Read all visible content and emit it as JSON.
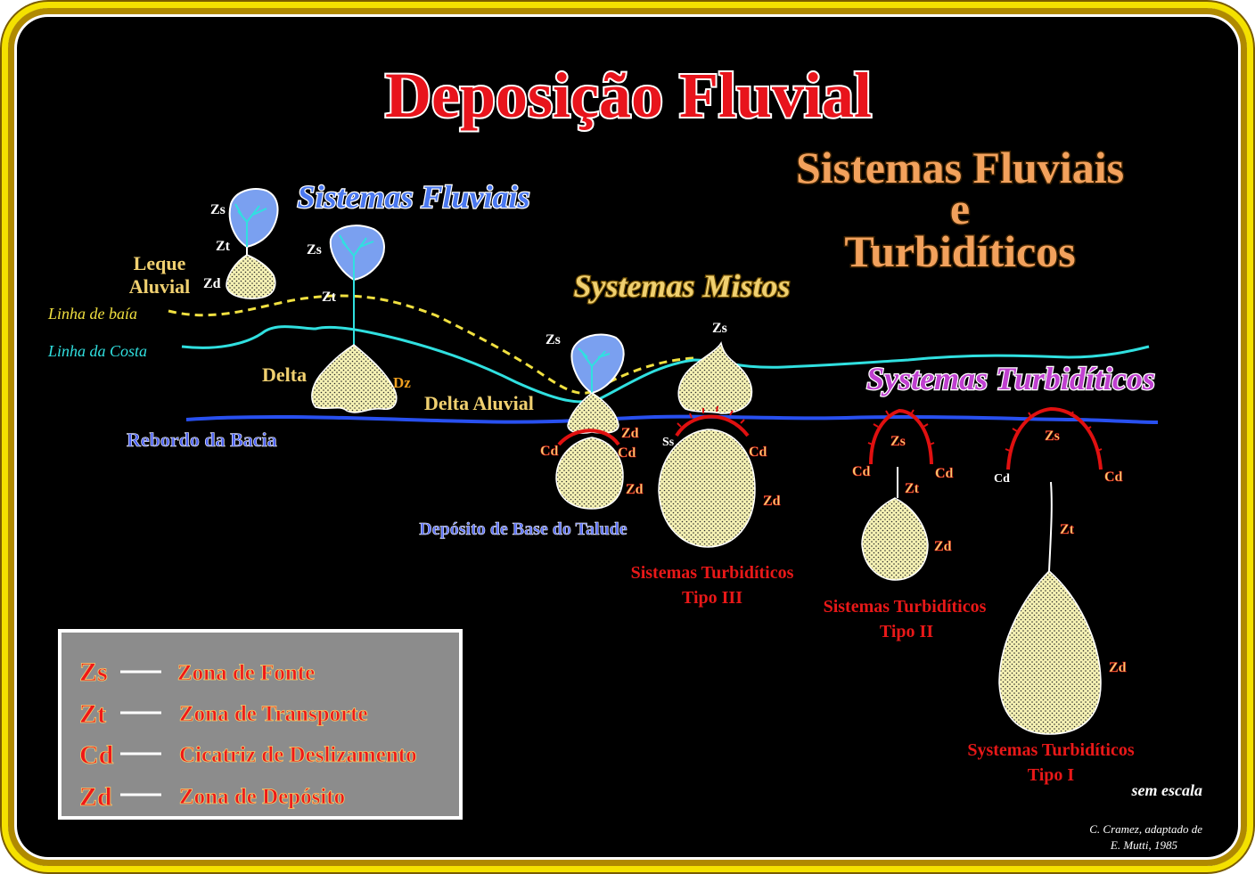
{
  "title": "Deposição Fluvial",
  "heading_right": {
    "line1": "Sistemas Fluviais",
    "line2": "e",
    "line3": "Turbidíticos"
  },
  "section_labels": {
    "fluviais": "Sistemas Fluviais",
    "mistos": "Systemas Mistos",
    "turbiditicos": "Systemas Turbidíticos"
  },
  "lines": {
    "baia": "Linha de baía",
    "costa": "Linha da Costa",
    "rebordo": "Rebordo da Bacia"
  },
  "features": {
    "leque_1": "Leque",
    "leque_2": "Aluvial",
    "delta": "Delta",
    "dz": "Dz",
    "delta_aluvial": "Delta Aluvial",
    "deposito_base": "Depósito de Base do Talude",
    "tipo3_1": "Sistemas Turbidíticos",
    "tipo3_2": "Tipo III",
    "tipo2_1": "Sistemas Turbidíticos",
    "tipo2_2": "Tipo II",
    "tipo1_1": "Systemas Turbidíticos",
    "tipo1_2": "Tipo I"
  },
  "zone_labels": {
    "zs": "Zs",
    "zt": "Zt",
    "zd": "Zd",
    "cd": "Cd",
    "ss": "Ss"
  },
  "legend": [
    {
      "code": "Zs",
      "text": "Zona de Fonte"
    },
    {
      "code": "Zt",
      "text": "Zona de Transporte"
    },
    {
      "code": "Cd",
      "text": "Cicatriz de Deslizamento"
    },
    {
      "code": "Zd",
      "text": "Zona de Depósito"
    }
  ],
  "scale_note": "sem escala",
  "credit": {
    "line1": "C. Cramez, adaptado de",
    "line2": "E. Mutti, 1985"
  },
  "colors": {
    "title": "#e8141c",
    "heading_right": "#f2a15c",
    "fluviais": "#4a78f0",
    "mistos": "#f0d070",
    "turbiditicos": "#c040d0",
    "baia": "#f0e040",
    "costa": "#30e0e0",
    "rebordo": "#2850f0",
    "deposit": "#f4f0b0",
    "source": "#7aa0f0",
    "scar": "#e01010",
    "legend_bg": "#8c8c8c",
    "legend_text": "#f01818"
  }
}
